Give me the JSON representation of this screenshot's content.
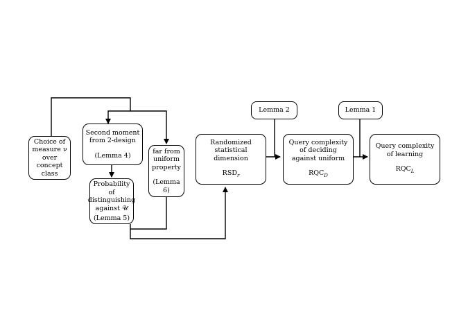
{
  "nodes": {
    "choice": {
      "lines": [
        "Choice of",
        "measure ν",
        "over concept",
        "class"
      ]
    },
    "second_moment": {
      "lines": [
        "Second moment",
        "from 2-design"
      ],
      "ref": "(Lemma 4)"
    },
    "probability": {
      "lines": [
        "Probability of",
        "distinguishing",
        "against 𝒰"
      ],
      "ref": "(Lemma 5)"
    },
    "far_uniform": {
      "lines": [
        "far from",
        "uniform",
        "property"
      ],
      "ref": "(Lemma 6)"
    },
    "rsd": {
      "lines": [
        "Randomized statistical",
        "dimension"
      ],
      "symbol": "RSD",
      "sub": "r"
    },
    "lemma2": {
      "label": "Lemma 2"
    },
    "rqc_d": {
      "lines": [
        "Query complexity",
        "of deciding",
        "against uniform"
      ],
      "symbol": "RQC",
      "sub": "D"
    },
    "lemma1": {
      "label": "Lemma 1"
    },
    "rqc_l": {
      "lines": [
        "Query complexity",
        "of learning"
      ],
      "symbol": "RQC",
      "sub": "L"
    }
  }
}
